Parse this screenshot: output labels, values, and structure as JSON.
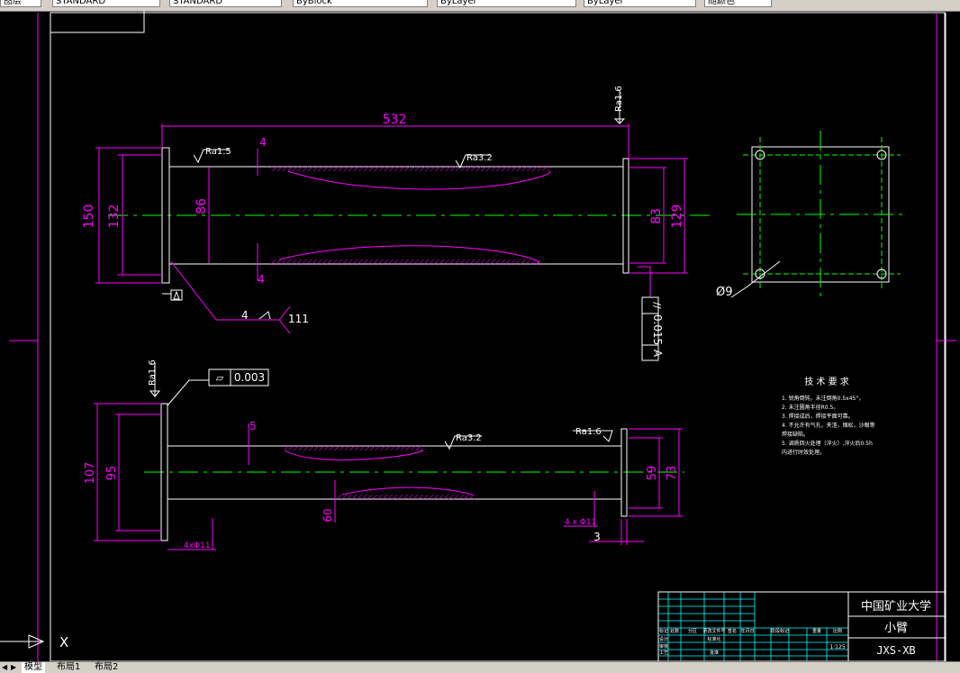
{
  "toolbar": {
    "layer_combo": "图层",
    "standard_combo": "STANDARD",
    "color_combo": "ByBlock",
    "linetype_combo": "ByLayer",
    "lineweight_combo": "ByLayer",
    "plotstyle_combo": "随颜色"
  },
  "colors": {
    "background": "#000000",
    "dimension": "#ff00ff",
    "outline": "#ffffff",
    "centerline": "#00ff00",
    "title_block": "#00ffff",
    "section_fill": "#ff00ff"
  },
  "top_view": {
    "dim_length": "532",
    "dim_150": "150",
    "dim_132": "132",
    "dim_86": "86",
    "dim_83": "83",
    "dim_129": "129",
    "dim_4_top": "4",
    "dim_4_bottom": "4",
    "ra_left": "Ra1.5",
    "ra_mid": "Ra3.2",
    "ra_right": "Ra1.6",
    "weld_size": "4",
    "weld_code": "111",
    "parallel_tol": "0.015",
    "datum": "A"
  },
  "side_view": {
    "hole_dia": "Ø9"
  },
  "bottom_view": {
    "ra_left": "Ra1.6",
    "flatness_tol": "0.003",
    "dim_107": "107",
    "dim_95": "95",
    "dim_5": "5",
    "ra_mid": "Ra3.2",
    "ra_right": "Ra1.6",
    "dim_59": "59",
    "dim_73": "73",
    "dim_60": "60",
    "holes_left": "4xΦ11",
    "holes_right": "4 x Φ11",
    "dim_3": "3"
  },
  "tech_req": {
    "title": "技 术 要 求",
    "lines": [
      "1. 锐角倒钝，未注倒角0.5x45°，",
      "2. 未注圆角半径R0.5。",
      "3. 焊接成后，焊接平面可靠。",
      "4. 不允许有气孔，夹渣，缩松，沙眼等",
      "焊接缺陷。",
      "5. 调质回火处理（淬火）,淬火后0.5h",
      "内进行时效处理。"
    ]
  },
  "title_block": {
    "school": "中国矿业大学",
    "part_name": "小臂",
    "drawing_no": "JXS-XB",
    "scale": "1:125",
    "labels": [
      "标记",
      "处数",
      "分区",
      "更改文件号",
      "签名",
      "年月日",
      "设计",
      "标准化",
      "审核",
      "工艺",
      "批准",
      "阶段标记",
      "重量",
      "比例"
    ]
  },
  "tabs": {
    "model": "模型",
    "layout1": "布局1",
    "layout2": "布局2"
  },
  "ucs": {
    "x_label": "X"
  }
}
